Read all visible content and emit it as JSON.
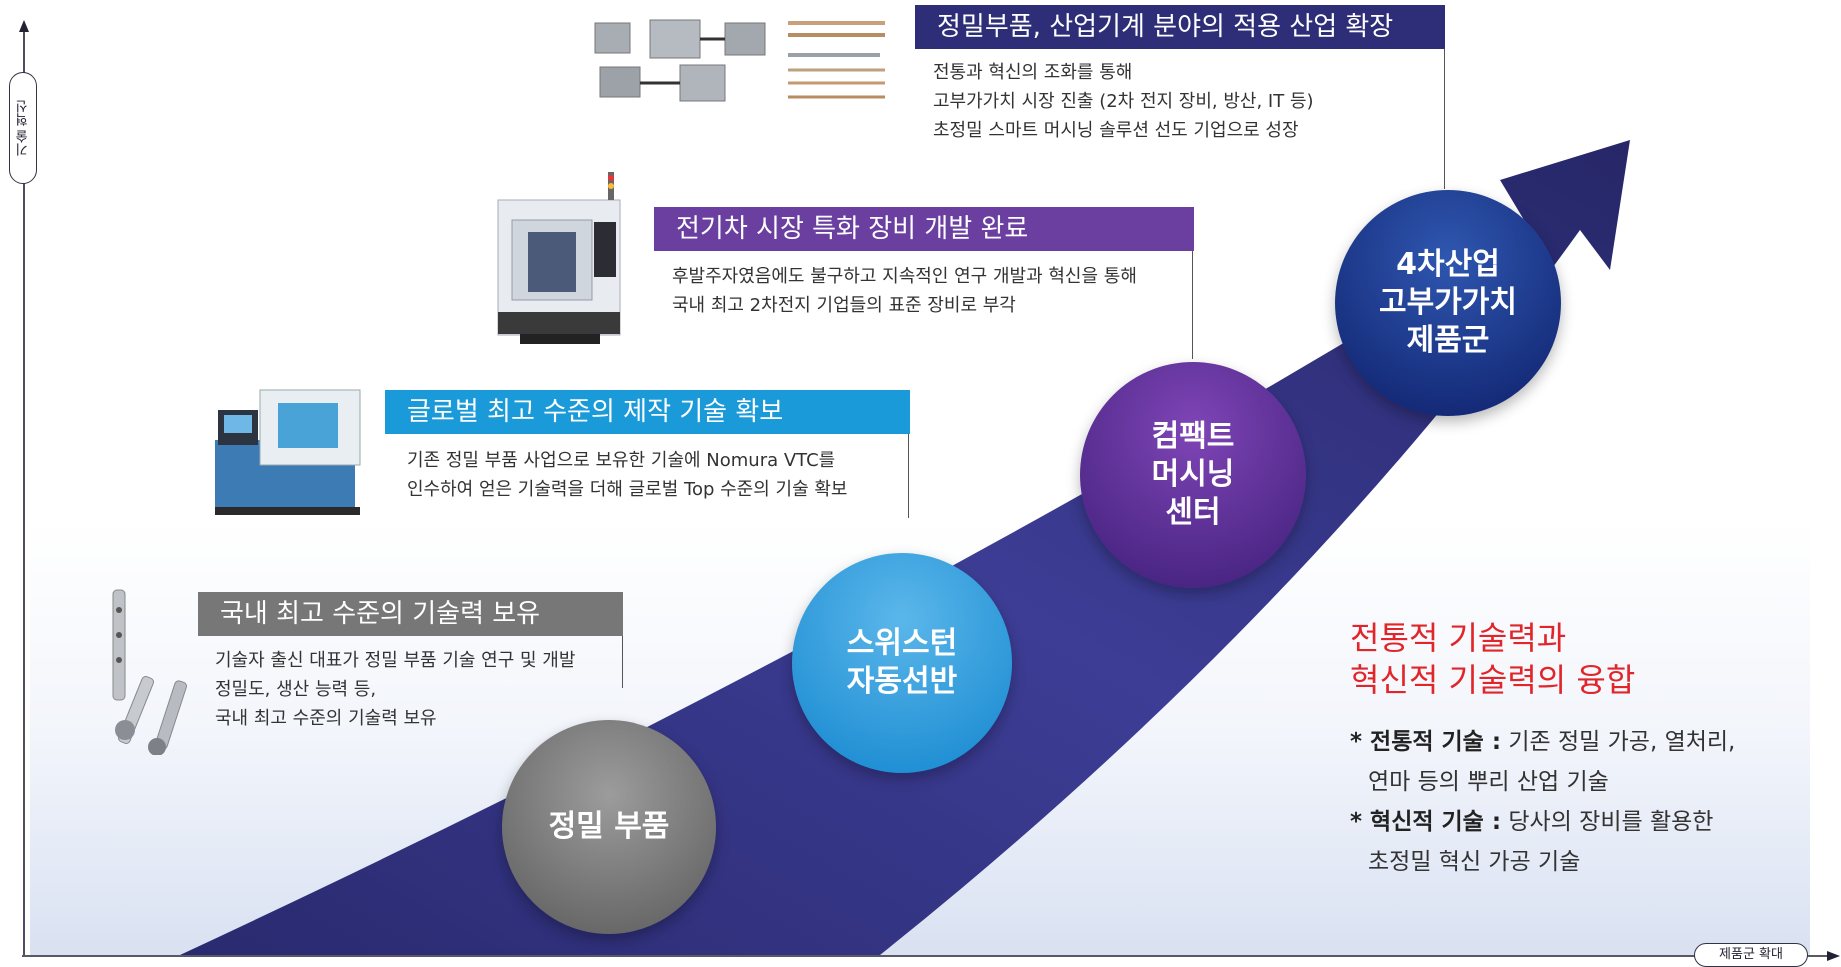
{
  "axes": {
    "y_label": "기술 혁신",
    "x_label": "제품군 확대"
  },
  "colors": {
    "arrow_dark": "#2b2b72",
    "arrow_light": "#4a4aa6",
    "bg_gradient": "#dfe6f4",
    "gray": "#7a7a7a",
    "sky": "#1a9ad8",
    "purple": "#6a3fa0",
    "navy": "#2d2d78",
    "red": "#e0262b"
  },
  "stages": [
    {
      "banner": "국내 최고 수준의 기술력 보유",
      "desc": [
        "기술자 출신 대표가 정밀 부품 기술 연구 및 개발",
        "정밀도, 생산 능력 등,",
        " 국내 최고 수준의 기술력 보유"
      ],
      "circle": [
        "정밀 부품"
      ],
      "image_icon": "precision-parts-image"
    },
    {
      "banner": "글로벌 최고 수준의 제작 기술 확보",
      "desc": [
        "기존 정밀 부품 사업으로 보유한 기술에 Nomura VTC를",
        "인수하여 얻은 기술력을 더해 글로벌 Top 수준의 기술 확보"
      ],
      "circle": [
        "스위스턴",
        "자동선반"
      ],
      "image_icon": "swiss-lathe-image"
    },
    {
      "banner": "전기차 시장 특화 장비 개발 완료",
      "desc": [
        "후발주자였음에도 불구하고 지속적인 연구 개발과 혁신을 통해",
        "국내 최고 2차전지 기업들의 표준 장비로 부각"
      ],
      "circle": [
        "컴팩트",
        "머시닝",
        "센터"
      ],
      "image_icon": "machining-center-image"
    },
    {
      "banner": "정밀부품, 산업기계 분야의 적용 산업 확장",
      "desc": [
        "전통과 혁신의 조화를 통해",
        "고부가가치 시장 진출 (2차 전지 장비, 방산, IT 등)",
        "초정밀 스마트 머시닝 솔루션 선도 기업으로 성장"
      ],
      "circle": [
        "4차산업",
        "고부가가치",
        "제품군"
      ],
      "image_icon": "industrial-parts-image"
    }
  ],
  "fusion": {
    "title_lines": [
      "전통적 기술력과",
      "혁신적 기술력의 융합"
    ],
    "items": [
      {
        "label": "* 전통적 기술 :",
        "lines": [
          " 기존 정밀 가공, 열처리,",
          "연마 등의 뿌리 산업 기술"
        ]
      },
      {
        "label": "* 혁신적 기술 :",
        "lines": [
          " 당사의 장비를 활용한",
          "초정밀 혁신 가공 기술"
        ]
      }
    ]
  }
}
